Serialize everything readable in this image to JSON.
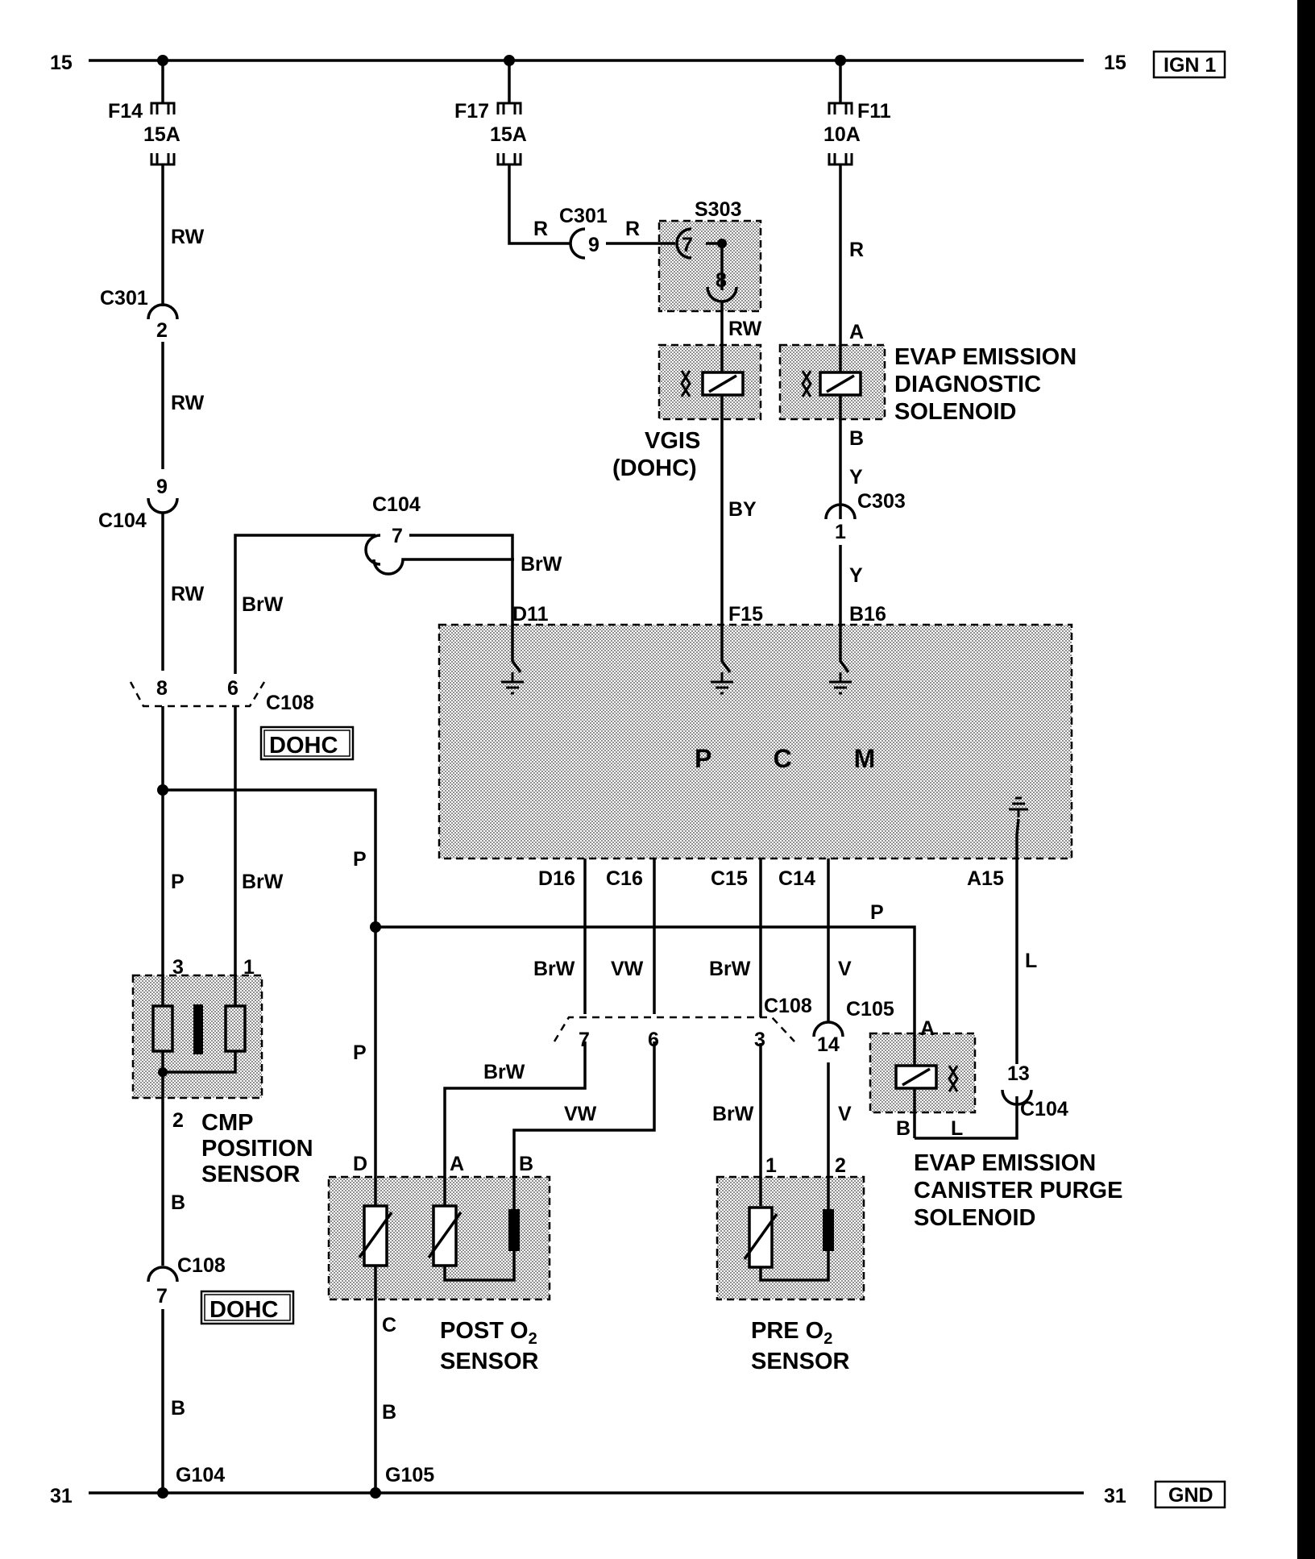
{
  "rails": {
    "top_left": "15",
    "top_right": "15",
    "top_tag": "IGN 1",
    "bottom_left": "31",
    "bottom_right": "31",
    "bottom_tag": "GND"
  },
  "fuses": [
    {
      "id": "F14",
      "rating": "15A"
    },
    {
      "id": "F17",
      "rating": "15A"
    },
    {
      "id": "F11",
      "rating": "10A"
    }
  ],
  "wire_colors": {
    "rw": "RW",
    "r": "R",
    "brw": "BrW",
    "by": "BY",
    "y": "Y",
    "p": "P",
    "b": "B",
    "vw": "VW",
    "v": "V",
    "l": "L"
  },
  "connectors": {
    "c301": "C301",
    "c104": "C104",
    "c108": "C108",
    "c303": "C303",
    "c105": "C105",
    "s303": "S303",
    "dohc": "DOHC"
  },
  "pins": {
    "n1": "1",
    "n2": "2",
    "n3": "3",
    "n6": "6",
    "n7": "7",
    "n8": "8",
    "n9": "9",
    "n13": "13",
    "n14": "14",
    "a": "A",
    "b": "B",
    "c": "C",
    "d": "D"
  },
  "pcm": {
    "label": "P C M",
    "terminals": {
      "d11": "D11",
      "f15": "F15",
      "b16": "B16",
      "d16": "D16",
      "c16": "C16",
      "c15": "C15",
      "c14": "C14",
      "a15": "A15"
    }
  },
  "components": {
    "evap_diag": [
      "EVAP EMISSION",
      "DIAGNOSTIC",
      "SOLENOID"
    ],
    "vgis": [
      "VGIS",
      "(DOHC)"
    ],
    "cmp": [
      "CMP",
      "POSITION",
      "SENSOR"
    ],
    "post_o2": [
      "POST O",
      "2",
      "SENSOR"
    ],
    "pre_o2": [
      "PRE O",
      "2",
      "SENSOR"
    ],
    "evap_purge": [
      "EVAP EMISSION",
      "CANISTER PURGE",
      "SOLENOID"
    ]
  },
  "grounds": {
    "g104": "G104",
    "g105": "G105"
  }
}
